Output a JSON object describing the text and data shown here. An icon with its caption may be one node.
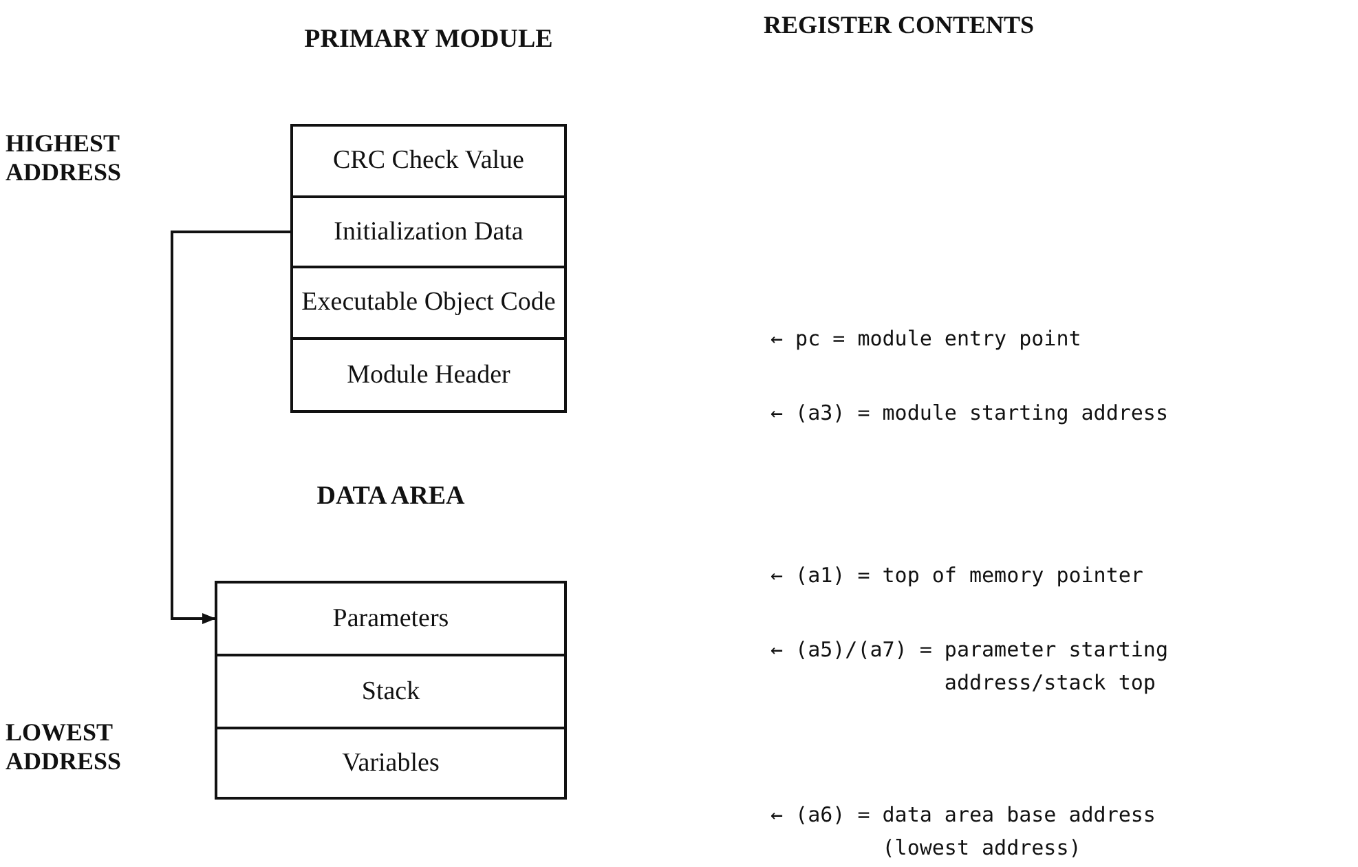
{
  "diagram": {
    "nodes": [
      {
        "text": [
          "PRIMARY MODULE"
        ]
      },
      {
        "text": [
          "CRC Check Value"
        ],
        "in": 0
      },
      {
        "text": [
          "Initialization Data"
        ],
        "in": 0
      },
      {
        "text": [
          "Executable Object Code"
        ],
        "in": 0
      },
      {
        "text": [
          "Module Header"
        ],
        "in": 0
      },
      {
        "text": [
          "DATA AREA"
        ]
      },
      {
        "text": [
          "Parameters"
        ],
        "in": 5
      },
      {
        "text": [
          "Stack"
        ],
        "in": 5
      },
      {
        "text": [
          "Variables"
        ],
        "in": 5
      }
    ],
    "edges": [
      {
        "from": 2,
        "to": 6,
        "arrow": "to"
      }
    ],
    "labels": [
      "REGISTER CONTENTS",
      "HIGHEST ADDRESS",
      "← pc = module entry point",
      "← (a3) = module starting address",
      "← (a1) = top of memory pointer",
      "← (a5)/(a7) = parameter starting address/stack top",
      "LOWEST ADDRESS",
      "← (a6) = data area base address (lowest address)"
    ]
  }
}
